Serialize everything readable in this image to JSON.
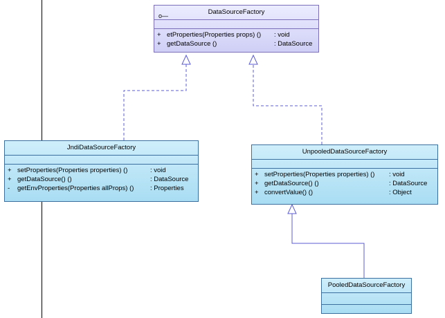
{
  "colors": {
    "class_border": "#3b6f9e",
    "class_fill_top": "#cfeefb",
    "class_fill_bottom": "#a9ddf3",
    "interface_border": "#7a6fb8",
    "interface_fill_top": "#ececff",
    "interface_fill_bottom": "#cfcff6",
    "connector": "#5b5bd6"
  },
  "icons": {
    "interface_marker": "lollipop-icon"
  },
  "classes": {
    "datasource_factory": {
      "name": "DataSourceFactory",
      "icon_glyph": "o—",
      "operations": [
        {
          "vis": "+",
          "sig": "etProperties(Properties props) ()",
          "ret": ": void"
        },
        {
          "vis": "+",
          "sig": "getDataSource ()",
          "ret": ": DataSource"
        }
      ]
    },
    "jndi": {
      "name": "JndiDataSourceFactory",
      "operations": [
        {
          "vis": "+",
          "sig": "setProperties(Properties properties) ()",
          "ret": ": void"
        },
        {
          "vis": "+",
          "sig": "getDataSource() ()",
          "ret": ": DataSource"
        },
        {
          "vis": "-",
          "sig": "getEnvProperties(Properties allProps) ()",
          "ret": ": Properties"
        }
      ]
    },
    "unpooled": {
      "name": "UnpooledDataSourceFactory",
      "operations": [
        {
          "vis": "+",
          "sig": "setProperties(Properties properties) ()",
          "ret": ": void"
        },
        {
          "vis": "+",
          "sig": "getDataSource() ()",
          "ret": ": DataSource"
        },
        {
          "vis": "+",
          "sig": "convertValue() ()",
          "ret": ": Object"
        }
      ]
    },
    "pooled": {
      "name": "PooledDataSourceFactory",
      "operations": []
    }
  }
}
